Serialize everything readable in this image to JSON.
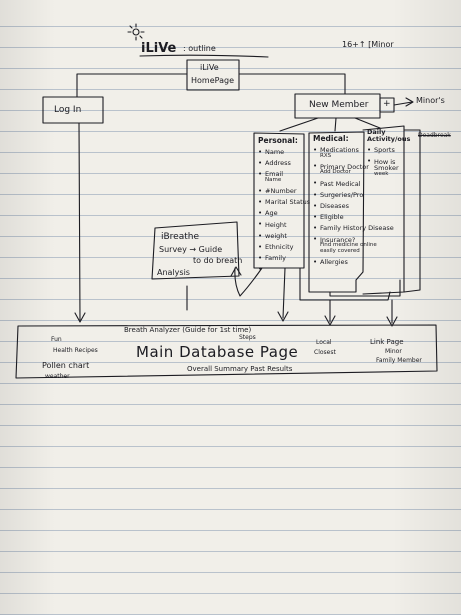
{
  "header": {
    "title": "iLiVe",
    "subtitle": ": outline",
    "note": "16+↑ [Minor"
  },
  "nodes": {
    "homepage": [
      "iLiVe",
      "HomePage"
    ],
    "login": "Log In",
    "new_member": "New Member",
    "new_member_box": "+",
    "minors": "Minor's",
    "ibreathe": {
      "title": "iBreathe",
      "line1": "Survey → Guide",
      "line2": "to do breath",
      "line3": "Analysis"
    },
    "main_db": "Main Database Page"
  },
  "columns": {
    "personal": {
      "header": "Personal:",
      "items": [
        "Name",
        "Address",
        "Email",
        "#Number",
        "Marital Status",
        "Age",
        "Height",
        "weight",
        "Ethnicity",
        "Family",
        ""
      ],
      "email_sub": "Name"
    },
    "medical": {
      "header": "Medical:",
      "items": [
        "Medications",
        "Primary Doctor",
        "Past Medical",
        "Surgeries/Pro",
        "Diseases",
        "Eligible",
        "Family History Disease",
        "Insurance?",
        "Allergies"
      ],
      "meds_sub": "RXS",
      "doctor_sub": "Add Doctor",
      "insurance_sub": "Find medicine online",
      "insurance_sub2": "easily covered"
    },
    "daily": {
      "header": "Daily Activity/ous",
      "header_extra": "Deadbreak",
      "items": [
        "Sports",
        "How is Smoker"
      ],
      "sports_sub": "",
      "smoker_sub": "week"
    }
  },
  "database": {
    "left_items": [
      "Fun",
      "Health Recipes",
      "Pollen chart",
      "weather"
    ],
    "breath_analyzer": "Breath Analyzer (Guide for 1st time)",
    "breath_sub": "Steps",
    "local": "Local",
    "local_sub": "Closest",
    "link_page": "Link Page",
    "link_sub": "Minor",
    "family_member": "Family Member",
    "summary": "Overall Summary Past Results"
  }
}
